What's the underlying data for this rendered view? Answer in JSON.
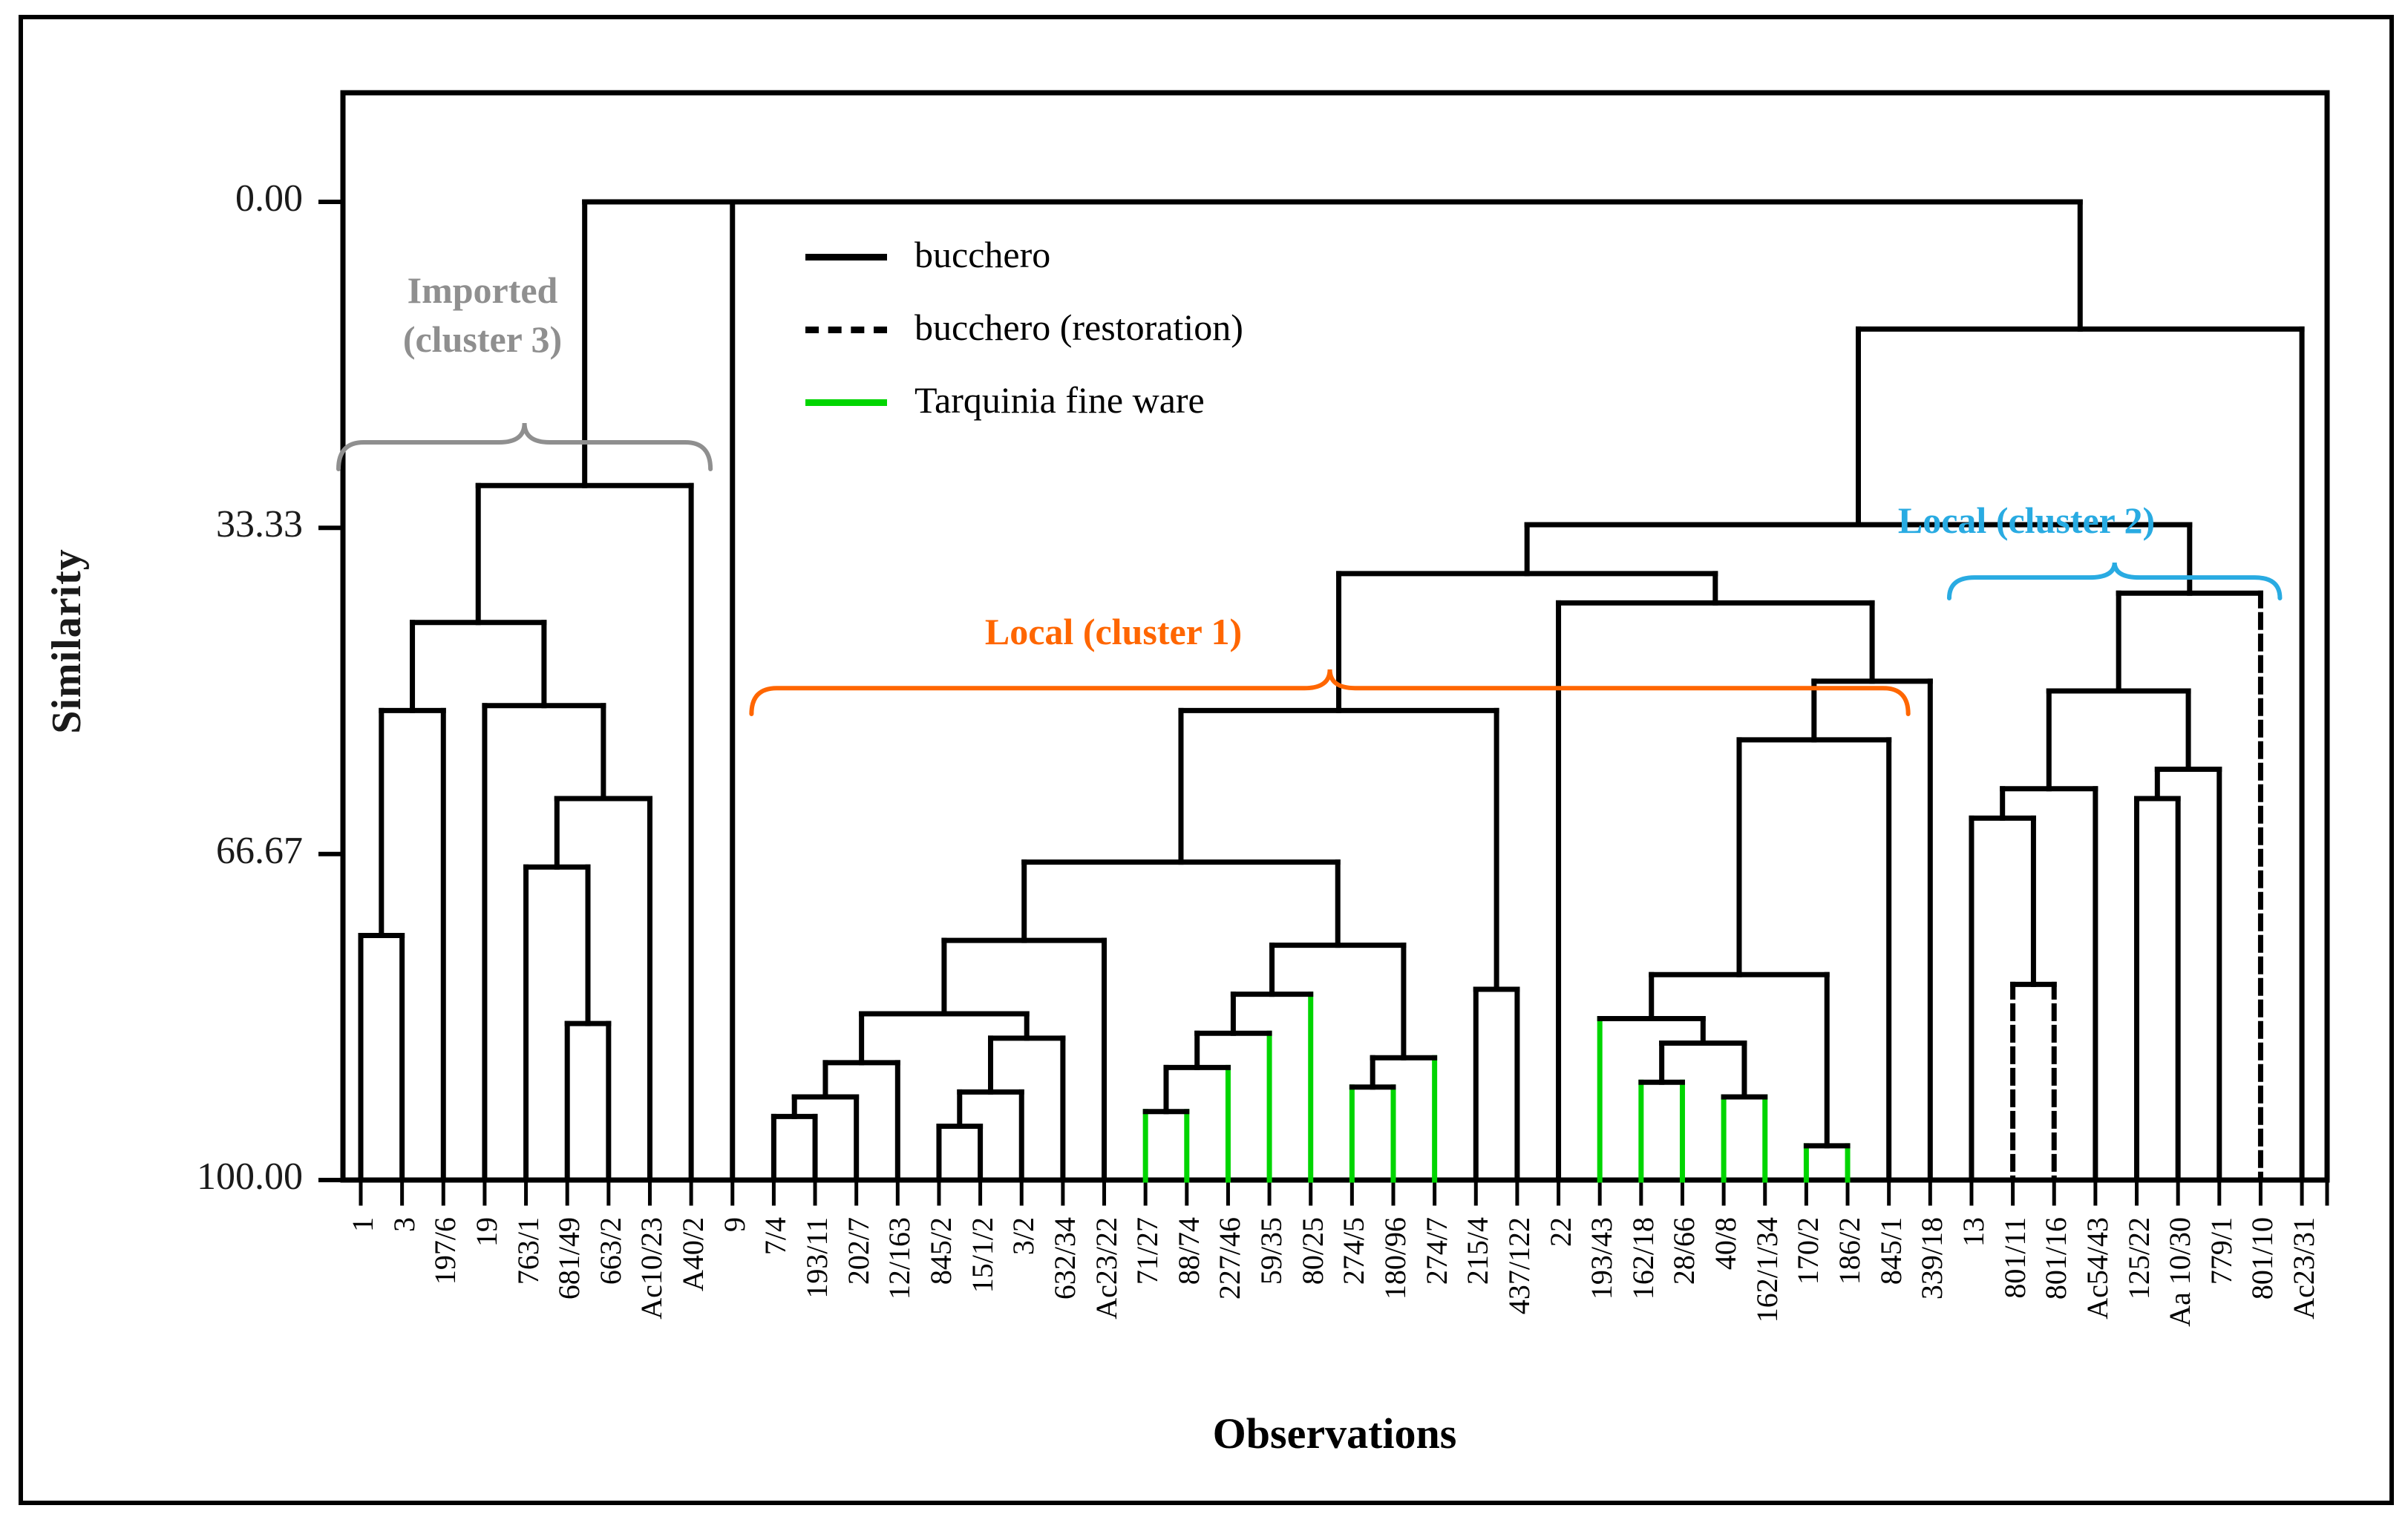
{
  "figure": {
    "type": "dendrogram-figure",
    "y_axis_title": "Similarity",
    "x_axis_title": "Observations"
  },
  "axis": {
    "y_ticks": [
      "0.00",
      "33.33",
      "66.67",
      "100.00"
    ],
    "y_tick_values": [
      0,
      33.33,
      66.67,
      100
    ]
  },
  "legend": {
    "items": [
      {
        "label": "bucchero",
        "style": "solid",
        "color": "#000000"
      },
      {
        "label": "bucchero (restoration)",
        "style": "dashed",
        "color": "#000000"
      },
      {
        "label": "Tarquinia fine ware",
        "style": "solid",
        "color": "#00d500"
      }
    ]
  },
  "annotations": [
    {
      "id": "imported",
      "lines": [
        "Imported",
        "(cluster 3)"
      ],
      "color": "#8f8f8f",
      "from_leaf": 0,
      "to_leaf": 8,
      "brace_y": 570,
      "brace_h": 62
    },
    {
      "id": "cluster1",
      "lines": [
        "Local (cluster 1)"
      ],
      "color": "#ff6600",
      "from_leaf": 10,
      "to_leaf": 37,
      "brace_y": 902,
      "brace_h": 60
    },
    {
      "id": "cluster2",
      "lines": [
        "Local (cluster 2)"
      ],
      "color": "#29abe2",
      "from_leaf": 39,
      "to_leaf": 46,
      "brace_y": 758,
      "brace_h": 48
    }
  ],
  "chart_data": {
    "type": "dendrogram",
    "orientation": "root-top",
    "ylabel": "Similarity",
    "xlabel": "Observations",
    "ylim": [
      100,
      0
    ],
    "y_axis_note": "similarity decreases upward; root drawn at 0.00",
    "legend_position": "upper-center-left",
    "leaves": [
      {
        "label": "1",
        "material": "bucchero"
      },
      {
        "label": "3",
        "material": "bucchero"
      },
      {
        "label": "197/6",
        "material": "bucchero"
      },
      {
        "label": "19",
        "material": "bucchero"
      },
      {
        "label": "763/1",
        "material": "bucchero"
      },
      {
        "label": "681/49",
        "material": "bucchero"
      },
      {
        "label": "663/2",
        "material": "bucchero"
      },
      {
        "label": "Ac10/23",
        "material": "bucchero"
      },
      {
        "label": "A40/2",
        "material": "bucchero"
      },
      {
        "label": "9",
        "material": "bucchero"
      },
      {
        "label": "7/4",
        "material": "bucchero"
      },
      {
        "label": "193/11",
        "material": "bucchero"
      },
      {
        "label": "202/7",
        "material": "bucchero"
      },
      {
        "label": "12/163",
        "material": "bucchero"
      },
      {
        "label": "845/2",
        "material": "bucchero"
      },
      {
        "label": "15/1/2",
        "material": "bucchero"
      },
      {
        "label": "3/2",
        "material": "bucchero"
      },
      {
        "label": "632/34",
        "material": "bucchero"
      },
      {
        "label": "Ac23/22",
        "material": "bucchero"
      },
      {
        "label": "71/27",
        "material": "Tarquinia fine ware"
      },
      {
        "label": "88/74",
        "material": "Tarquinia fine ware"
      },
      {
        "label": "227/46",
        "material": "Tarquinia fine ware"
      },
      {
        "label": "59/35",
        "material": "Tarquinia fine ware"
      },
      {
        "label": "80/25",
        "material": "Tarquinia fine ware"
      },
      {
        "label": "274/5",
        "material": "Tarquinia fine ware"
      },
      {
        "label": "180/96",
        "material": "Tarquinia fine ware"
      },
      {
        "label": "274/7",
        "material": "Tarquinia fine ware"
      },
      {
        "label": "215/4",
        "material": "bucchero"
      },
      {
        "label": "437/122",
        "material": "bucchero"
      },
      {
        "label": "22",
        "material": "bucchero"
      },
      {
        "label": "193/43",
        "material": "Tarquinia fine ware"
      },
      {
        "label": "162/18",
        "material": "Tarquinia fine ware"
      },
      {
        "label": "28/66",
        "material": "Tarquinia fine ware"
      },
      {
        "label": "40/8",
        "material": "Tarquinia fine ware"
      },
      {
        "label": "162/1/34",
        "material": "Tarquinia fine ware"
      },
      {
        "label": "170/2",
        "material": "Tarquinia fine ware"
      },
      {
        "label": "186/2",
        "material": "Tarquinia fine ware"
      },
      {
        "label": "845/1",
        "material": "bucchero"
      },
      {
        "label": "339/18",
        "material": "bucchero"
      },
      {
        "label": "13",
        "material": "bucchero"
      },
      {
        "label": "801/11",
        "material": "bucchero (restoration)"
      },
      {
        "label": "801/16",
        "material": "bucchero (restoration)"
      },
      {
        "label": "Ac54/43",
        "material": "bucchero"
      },
      {
        "label": "125/22",
        "material": "bucchero"
      },
      {
        "label": "Aa 10/30",
        "material": "bucchero"
      },
      {
        "label": "779/1",
        "material": "bucchero"
      },
      {
        "label": "801/10",
        "material": "bucchero (restoration)"
      },
      {
        "label": "Ac23/31",
        "material": "bucchero"
      }
    ],
    "merges": {
      "h": 0,
      "c": [
        {
          "h": 0,
          "c": [
            {
              "h": 29,
              "c": [
                {
                  "h": 43,
                  "c": [
                    {
                      "h": 52,
                      "c": [
                        {
                          "h": 75,
                          "c": [
                            0,
                            1
                          ]
                        },
                        2
                      ]
                    },
                    {
                      "h": 51.5,
                      "c": [
                        3,
                        {
                          "h": 61,
                          "c": [
                            {
                              "h": 68,
                              "c": [
                                4,
                                {
                                  "h": 84,
                                  "c": [
                                    5,
                                    6
                                  ]
                                }
                              ]
                            },
                            7
                          ]
                        }
                      ]
                    }
                  ]
                },
                8
              ]
            },
            9
          ]
        },
        {
          "h": 13,
          "c": [
            {
              "h": 33,
              "c": [
                {
                  "h": 38,
                  "c": [
                    {
                      "h": 52,
                      "c": [
                        {
                          "h": 67.5,
                          "c": [
                            {
                              "h": 75.5,
                              "c": [
                                {
                                  "h": 83,
                                  "c": [
                                    {
                                      "h": 88,
                                      "c": [
                                        {
                                          "h": 91.5,
                                          "c": [
                                            {
                                              "h": 93.5,
                                              "c": [
                                                10,
                                                11
                                              ]
                                            },
                                            12
                                          ]
                                        },
                                        13
                                      ]
                                    },
                                    {
                                      "h": 85.5,
                                      "c": [
                                        {
                                          "h": 91,
                                          "c": [
                                            {
                                              "h": 94.5,
                                              "c": [
                                                14,
                                                15
                                              ]
                                            },
                                            16
                                          ]
                                        },
                                        17
                                      ]
                                    }
                                  ]
                                },
                                18
                              ]
                            },
                            {
                              "h": 76,
                              "c": [
                                {
                                  "h": 81,
                                  "c": [
                                    {
                                      "h": 85,
                                      "c": [
                                        {
                                          "h": 88.5,
                                          "c": [
                                            {
                                              "h": 93,
                                              "c": [
                                                19,
                                                20
                                              ]
                                            },
                                            21
                                          ]
                                        },
                                        22
                                      ]
                                    },
                                    23
                                  ]
                                },
                                {
                                  "h": 87.5,
                                  "c": [
                                    {
                                      "h": 90.5,
                                      "c": [
                                        24,
                                        25
                                      ]
                                    },
                                    26
                                  ]
                                }
                              ]
                            }
                          ]
                        },
                        {
                          "h": 80.5,
                          "c": [
                            27,
                            28
                          ]
                        }
                      ]
                    },
                    {
                      "h": 41,
                      "c": [
                        29,
                        {
                          "h": 49,
                          "c": [
                            {
                              "h": 55,
                              "c": [
                                {
                                  "h": 79,
                                  "c": [
                                    {
                                      "h": 83.5,
                                      "c": [
                                        30,
                                        {
                                          "h": 86,
                                          "c": [
                                            {
                                              "h": 90,
                                              "c": [
                                                31,
                                                32
                                              ]
                                            },
                                            {
                                              "h": 91.5,
                                              "c": [
                                                33,
                                                34
                                              ]
                                            }
                                          ]
                                        }
                                      ]
                                    },
                                    {
                                      "h": 96.5,
                                      "c": [
                                        35,
                                        36
                                      ]
                                    }
                                  ]
                                },
                                37
                              ]
                            },
                            38
                          ]
                        }
                      ]
                    }
                  ]
                },
                {
                  "h": 40,
                  "c": [
                    {
                      "h": 50,
                      "c": [
                        {
                          "h": 60,
                          "c": [
                            {
                              "h": 63,
                              "c": [
                                39,
                                {
                                  "h": 80,
                                  "c": [
                                    40,
                                    41
                                  ]
                                }
                              ]
                            },
                            42
                          ]
                        },
                        {
                          "h": 58,
                          "c": [
                            {
                              "h": 61,
                              "c": [
                                43,
                                44
                              ]
                            },
                            45
                          ]
                        }
                      ]
                    },
                    46
                  ]
                }
              ]
            },
            47
          ]
        }
      ]
    },
    "colors": {
      "bucchero": "#000000",
      "bucchero (restoration)": "#000000",
      "Tarquinia fine ware": "#00d500",
      "cluster1_annotation": "#ff6600",
      "cluster2_annotation": "#29abe2",
      "cluster3_annotation": "#8f8f8f"
    }
  }
}
